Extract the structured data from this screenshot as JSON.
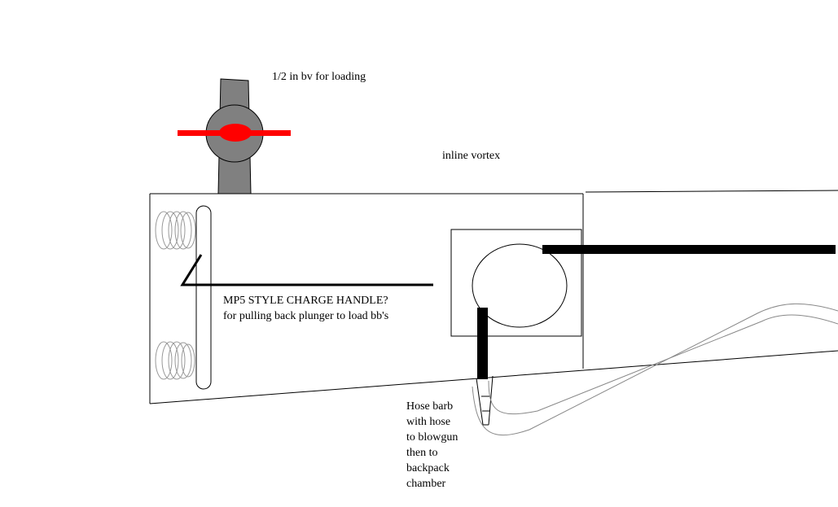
{
  "labels": {
    "ball_valve": "1/2 in bv for loading",
    "vortex": "inline vortex",
    "charge_handle_title": "MP5 STYLE CHARGE HANDLE?",
    "charge_handle_desc": "for pulling back plunger to load bb's",
    "hose_lines": [
      "Hose barb",
      "with hose",
      "to blowgun",
      "then to",
      "backpack",
      "chamber"
    ]
  },
  "colors": {
    "valve_body": "#808080",
    "valve_handle": "#ff0000",
    "spring": "#999999",
    "hose": "#888888"
  }
}
